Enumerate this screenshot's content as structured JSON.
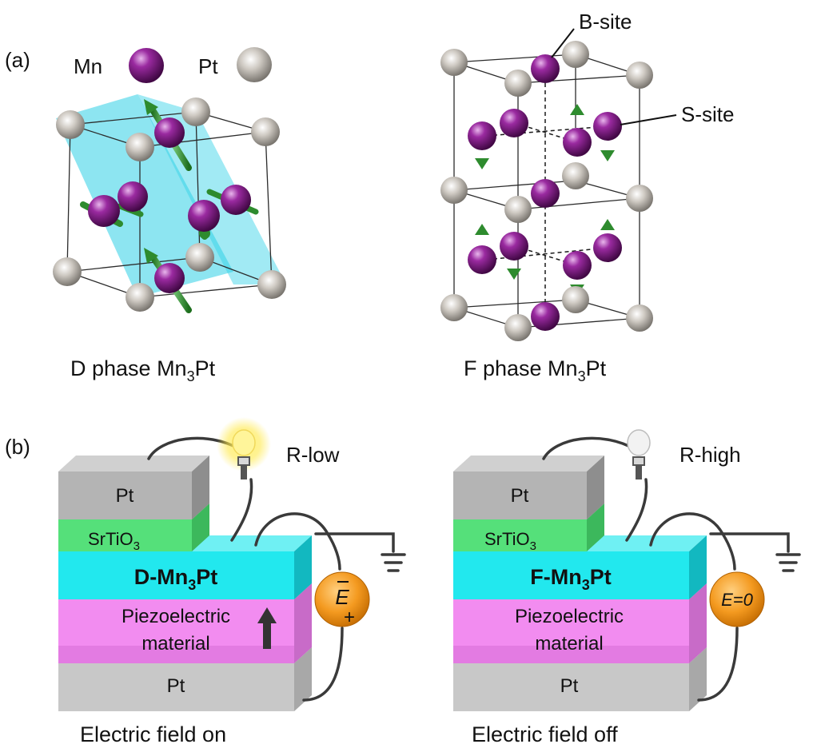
{
  "panel_a": {
    "label": "(a)",
    "legend": {
      "mn_label": "Mn",
      "pt_label": "Pt"
    },
    "colors": {
      "mn": "#7a1a7e",
      "pt": "#b8b3ac",
      "spin": "#2e8b2e",
      "plane": "#2fd0e6"
    },
    "d_phase": {
      "caption_prefix": "D phase Mn",
      "caption_sub": "3",
      "caption_suffix": "Pt"
    },
    "f_phase": {
      "caption_prefix": "F phase Mn",
      "caption_sub": "3",
      "caption_suffix": "Pt",
      "b_site_label": "B-site",
      "s_site_label": "S-site"
    }
  },
  "panel_b": {
    "label": "(b)",
    "left": {
      "top_electrode": "Pt",
      "insulator": {
        "prefix": "SrTiO",
        "sub": "3"
      },
      "film": {
        "prefix": "D-Mn",
        "sub": "3",
        "suffix": "Pt"
      },
      "piezo_line1": "Piezoelectric",
      "piezo_line2": "material",
      "bottom_electrode": "Pt",
      "resistance": "R-low",
      "source_top": "E",
      "source_bottom": "+",
      "caption": "Electric field  on"
    },
    "right": {
      "top_electrode": "Pt",
      "insulator": {
        "prefix": "SrTiO",
        "sub": "3"
      },
      "film": {
        "prefix": "F-Mn",
        "sub": "3",
        "suffix": "Pt"
      },
      "piezo_line1": "Piezoelectric",
      "piezo_line2": "material",
      "bottom_electrode": "Pt",
      "resistance": "R-high",
      "source": "E=0",
      "caption": "Electric field  off"
    },
    "colors": {
      "electrode": "#c8c8c8",
      "sto": "#55e07a",
      "film": "#22e8ee",
      "piezo": "#f28cf0",
      "source": "#f5a020"
    }
  }
}
